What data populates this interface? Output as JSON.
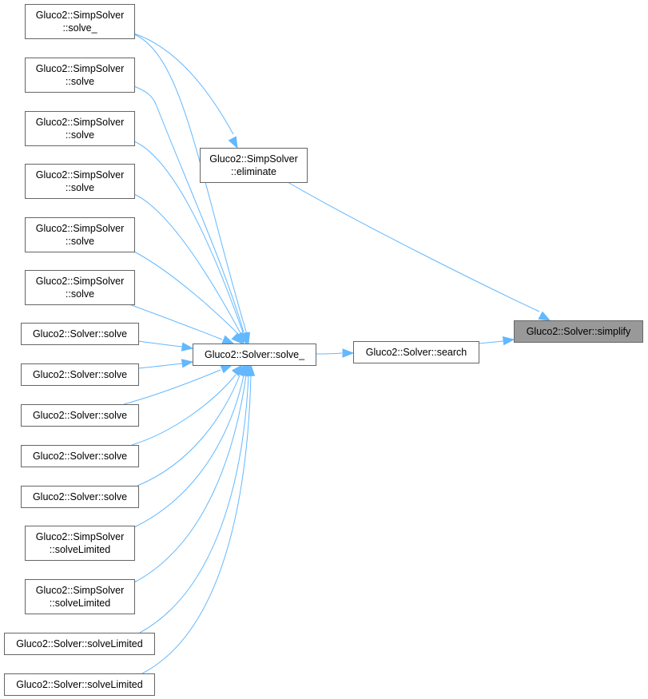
{
  "diagram": {
    "type": "call-graph",
    "edge_color": "#63b8ff",
    "node_border_color": "#666666",
    "highlight_fill": "#999999",
    "nodes": [
      {
        "id": "simp_solve_",
        "lines": [
          "Gluco2::SimpSolver",
          "::solve_"
        ]
      },
      {
        "id": "simp_solve_1",
        "lines": [
          "Gluco2::SimpSolver",
          "::solve"
        ]
      },
      {
        "id": "simp_solve_2",
        "lines": [
          "Gluco2::SimpSolver",
          "::solve"
        ]
      },
      {
        "id": "simp_solve_3",
        "lines": [
          "Gluco2::SimpSolver",
          "::solve"
        ]
      },
      {
        "id": "simp_solve_4",
        "lines": [
          "Gluco2::SimpSolver",
          "::solve"
        ]
      },
      {
        "id": "simp_solve_5",
        "lines": [
          "Gluco2::SimpSolver",
          "::solve"
        ]
      },
      {
        "id": "solver_solve_1",
        "lines": [
          "Gluco2::Solver::solve"
        ]
      },
      {
        "id": "solver_solve_2",
        "lines": [
          "Gluco2::Solver::solve"
        ]
      },
      {
        "id": "solver_solve_3",
        "lines": [
          "Gluco2::Solver::solve"
        ]
      },
      {
        "id": "solver_solve_4",
        "lines": [
          "Gluco2::Solver::solve"
        ]
      },
      {
        "id": "solver_solve_5",
        "lines": [
          "Gluco2::Solver::solve"
        ]
      },
      {
        "id": "simp_solveLimited_1",
        "lines": [
          "Gluco2::SimpSolver",
          "::solveLimited"
        ]
      },
      {
        "id": "simp_solveLimited_2",
        "lines": [
          "Gluco2::SimpSolver",
          "::solveLimited"
        ]
      },
      {
        "id": "solver_solveLimited_1",
        "lines": [
          "Gluco2::Solver::solveLimited"
        ]
      },
      {
        "id": "solver_solveLimited_2",
        "lines": [
          "Gluco2::Solver::solveLimited"
        ]
      },
      {
        "id": "simp_eliminate",
        "lines": [
          "Gluco2::SimpSolver",
          "::eliminate"
        ]
      },
      {
        "id": "solver_solve_",
        "lines": [
          "Gluco2::Solver::solve_"
        ]
      },
      {
        "id": "solver_search",
        "lines": [
          "Gluco2::Solver::search"
        ]
      },
      {
        "id": "solver_simplify",
        "lines": [
          "Gluco2::Solver::simplify"
        ],
        "highlighted": true
      }
    ],
    "edges": [
      {
        "from": "simp_solve_",
        "to": "simp_eliminate"
      },
      {
        "from": "simp_solve_",
        "to": "solver_solve_"
      },
      {
        "from": "simp_solve_1",
        "to": "solver_solve_"
      },
      {
        "from": "simp_solve_2",
        "to": "solver_solve_"
      },
      {
        "from": "simp_solve_3",
        "to": "solver_solve_"
      },
      {
        "from": "simp_solve_4",
        "to": "solver_solve_"
      },
      {
        "from": "simp_solve_5",
        "to": "solver_solve_"
      },
      {
        "from": "solver_solve_1",
        "to": "solver_solve_"
      },
      {
        "from": "solver_solve_2",
        "to": "solver_solve_"
      },
      {
        "from": "solver_solve_3",
        "to": "solver_solve_"
      },
      {
        "from": "solver_solve_4",
        "to": "solver_solve_"
      },
      {
        "from": "solver_solve_5",
        "to": "solver_solve_"
      },
      {
        "from": "simp_solveLimited_1",
        "to": "solver_solve_"
      },
      {
        "from": "simp_solveLimited_2",
        "to": "solver_solve_"
      },
      {
        "from": "solver_solveLimited_1",
        "to": "solver_solve_"
      },
      {
        "from": "solver_solveLimited_2",
        "to": "solver_solve_"
      },
      {
        "from": "simp_eliminate",
        "to": "solver_simplify"
      },
      {
        "from": "solver_solve_",
        "to": "solver_search"
      },
      {
        "from": "solver_search",
        "to": "solver_simplify"
      }
    ]
  }
}
